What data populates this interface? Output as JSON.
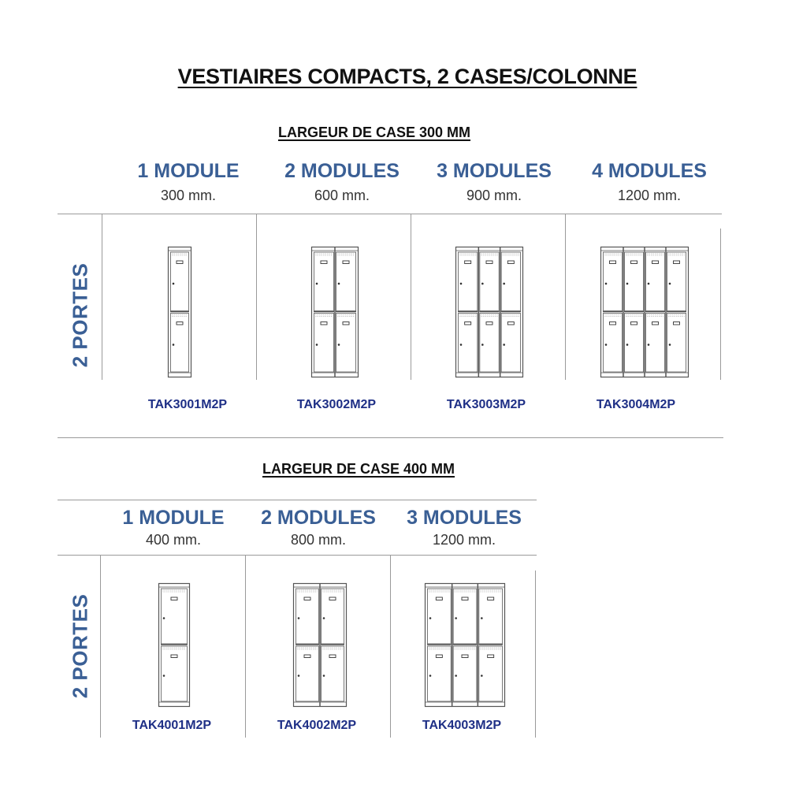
{
  "title": "VESTIAIRES COMPACTS, 2 CASES/COLONNE",
  "sections": [
    {
      "heading": "LARGEUR DE CASE 300 MM",
      "row_label": "2 PORTES",
      "modules": [
        {
          "label": "1 MODULE",
          "width": "300 mm.",
          "code": "TAK3001M2P",
          "columns": 1
        },
        {
          "label": "2 MODULES",
          "width": "600 mm.",
          "code": "TAK3002M2P",
          "columns": 2
        },
        {
          "label": "3 MODULES",
          "width": "900 mm.",
          "code": "TAK3003M2P",
          "columns": 3
        },
        {
          "label": "4 MODULES",
          "width": "1200 mm.",
          "code": "TAK3004M2P",
          "columns": 4
        }
      ]
    },
    {
      "heading": "LARGEUR DE CASE 400 MM",
      "row_label": "2 PORTES",
      "modules": [
        {
          "label": "1 MODULE",
          "width": "400 mm.",
          "code": "TAK4001M2P",
          "columns": 1
        },
        {
          "label": "2 MODULES",
          "width": "800 mm.",
          "code": "TAK4002M2P",
          "columns": 2
        },
        {
          "label": "3 MODULES",
          "width": "1200 mm.",
          "code": "TAK4003M2P",
          "columns": 3
        }
      ]
    }
  ],
  "colors": {
    "module_label": "#3a5f95",
    "code": "#1e2f86",
    "line": "#9a9a9a"
  },
  "icons": [
    "locker-drawing-icon"
  ]
}
